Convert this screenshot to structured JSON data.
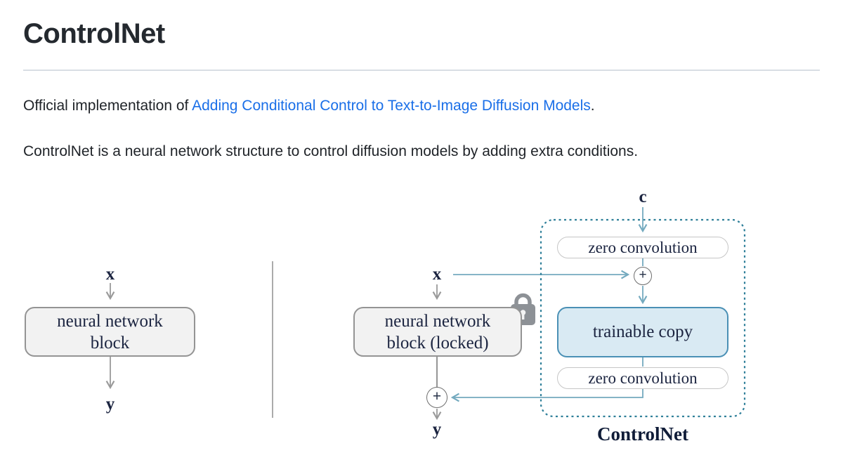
{
  "document": {
    "title": "ControlNet",
    "intro": {
      "prefix": "Official implementation of ",
      "link_text": "Adding Conditional Control to Text-to-Image Diffusion Models",
      "suffix": "."
    },
    "description": "ControlNet is a neural network structure to control diffusion models by adding extra conditions."
  },
  "figure": {
    "simple": {
      "input": "x",
      "block_line1": "neural network",
      "block_line2": "block",
      "output": "y"
    },
    "locked": {
      "input": "x",
      "block_line1": "neural network",
      "block_line2": "block (locked)",
      "output": "y",
      "sum_symbol": "+"
    },
    "controlnet": {
      "condition": "c",
      "zero_conv_top": "zero convolution",
      "trainable": "trainable copy",
      "zero_conv_bottom": "zero convolution",
      "sum_symbol": "+",
      "caption": "ControlNet"
    },
    "colors": {
      "link_blue": "#1a6fe8",
      "block_fill": "#f2f2f2",
      "block_border": "#949494",
      "trainable_fill": "#d9eaf3",
      "trainable_border": "#4a90b5",
      "dashed_boundary": "#2e7f99",
      "signal_line": "#74aabf",
      "gray_line": "#9a9a9a"
    }
  }
}
